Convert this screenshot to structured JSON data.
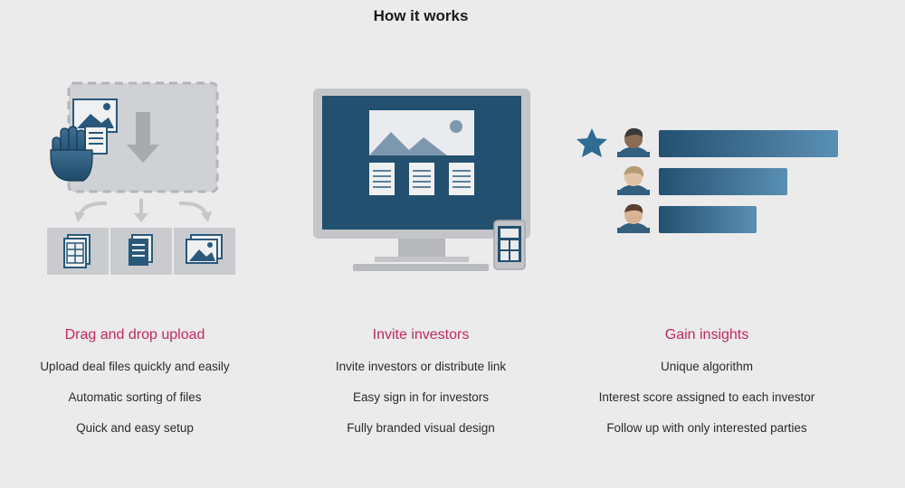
{
  "header": {
    "title": "How it works"
  },
  "colors": {
    "accent": "#c4285a",
    "navy": "#23506f",
    "gray": "#b9bcc1"
  },
  "icons": {
    "upload": [
      "photo-icon",
      "document-icon",
      "glove-icon",
      "arrow-down-icon",
      "spreadsheet-stack-icon",
      "document-stack-icon",
      "photo-stack-icon"
    ],
    "invite": [
      "desktop-monitor-icon",
      "image-placeholder-icon",
      "document-icon",
      "tablet-icon",
      "keyboard-icon"
    ],
    "insights": [
      "star-icon",
      "investor-avatar-icon",
      "score-bar"
    ]
  },
  "columns": [
    {
      "heading": "Drag and drop upload",
      "lines": [
        "Upload deal files quickly and easily",
        "Automatic sorting of files",
        "Quick and easy setup"
      ]
    },
    {
      "heading": "Invite investors",
      "lines": [
        "Invite investors or distribute link",
        "Easy sign in for investors",
        "Fully branded visual design"
      ]
    },
    {
      "heading": "Gain insights",
      "lines": [
        "Unique algorithm",
        "Interest score assigned to each investor",
        "Follow up with only interested parties"
      ]
    }
  ]
}
